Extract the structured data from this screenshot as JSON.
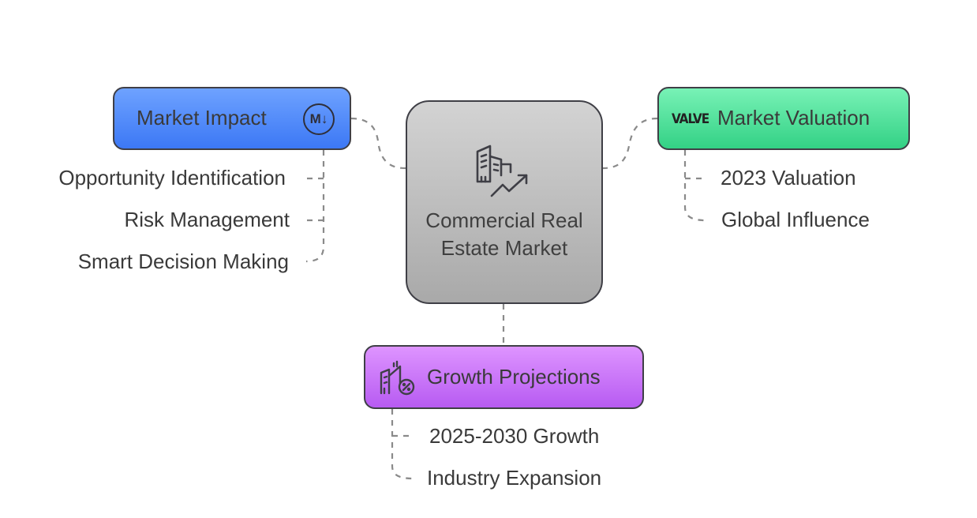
{
  "center": {
    "title": "Commercial Real Estate Market",
    "icon": "building-growth-icon"
  },
  "branches": {
    "impact": {
      "label": "Market Impact",
      "icon_text": "M↓",
      "color": "#4a85fb",
      "items": [
        "Opportunity Identification",
        "Risk Management",
        "Smart Decision Making"
      ]
    },
    "valuation": {
      "label": "Market Valuation",
      "icon_text": "VALVE",
      "color": "#4de09c",
      "items": [
        "2023 Valuation",
        "Global Influence"
      ]
    },
    "growth": {
      "label": "Growth Projections",
      "icon": "building-percent-icon",
      "color": "#c66df7",
      "items": [
        "2025-2030 Growth",
        "Industry Expansion"
      ]
    }
  }
}
